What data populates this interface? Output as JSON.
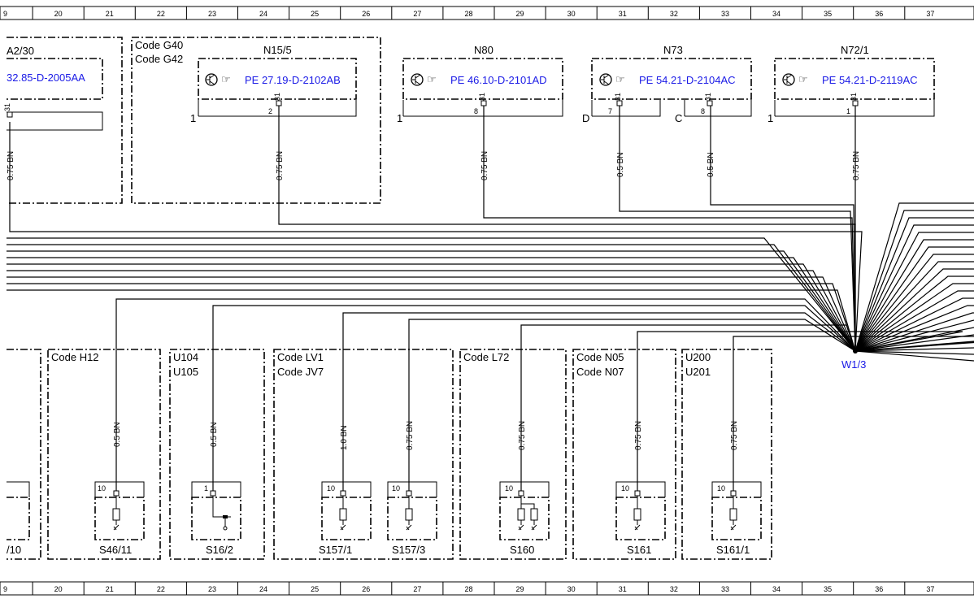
{
  "ruler": {
    "columns": [
      "9",
      "20",
      "21",
      "22",
      "23",
      "24",
      "25",
      "26",
      "27",
      "28",
      "29",
      "30",
      "31",
      "32",
      "33",
      "34",
      "35",
      "36",
      "37"
    ]
  },
  "top_modules": [
    {
      "id": "a230",
      "name": "A2/30",
      "doc": "32.85-D-2005AA",
      "pin_left": "",
      "pin": "31",
      "wire": "0.75 BN"
    },
    {
      "id": "n155",
      "name": "N15/5",
      "code_lines": [
        "Code G40",
        "Code G42"
      ],
      "doc": "PE 27.19-D-2102AB",
      "pin_num": "2",
      "pin": "31",
      "conn_label": "1",
      "wire": "0.75 BN"
    },
    {
      "id": "n80",
      "name": "N80",
      "doc": "PE 46.10-D-2101AD",
      "pin_num": "8",
      "pin": "31",
      "conn_label": "1",
      "wire": "0.75 BN"
    },
    {
      "id": "n73",
      "name": "N73",
      "doc": "PE 54.21-D-2104AC",
      "pins": [
        {
          "conn": "D",
          "num": "7",
          "pin": "31",
          "wire": "0.5 BN"
        },
        {
          "conn": "C",
          "num": "8",
          "pin": "31",
          "wire": "0.5 BN"
        }
      ]
    },
    {
      "id": "n721",
      "name": "N72/1",
      "doc": "PE 54.21-D-2119AC",
      "pin_num": "1",
      "pin": "31",
      "conn_label": "1",
      "wire": "0.75 BN"
    }
  ],
  "splice": {
    "name": "W1/3"
  },
  "bottom_groups": [
    {
      "id": "left",
      "code_lines": [],
      "components": [
        {
          "name": "/10",
          "pin": ""
        }
      ]
    },
    {
      "id": "h12",
      "code_lines": [
        "Code H12"
      ],
      "components": [
        {
          "name": "S46/11",
          "pin": "10",
          "wire": "0.5 BN"
        }
      ]
    },
    {
      "id": "u104",
      "code_lines": [
        "U104",
        "U105"
      ],
      "components": [
        {
          "name": "S16/2",
          "pin": "1",
          "wire": "0.5 BN"
        }
      ]
    },
    {
      "id": "lv1",
      "code_lines": [
        "Code LV1",
        "Code JV7"
      ],
      "components": [
        {
          "name": "S157/1",
          "pin": "10",
          "wire": "1.0 BN"
        },
        {
          "name": "S157/3",
          "pin": "10",
          "wire": "0.75 BN"
        }
      ]
    },
    {
      "id": "l72",
      "code_lines": [
        "Code L72"
      ],
      "components": [
        {
          "name": "S160",
          "pin": "10",
          "wire": "0.75 BN"
        }
      ]
    },
    {
      "id": "n05",
      "code_lines": [
        "Code N05",
        "Code N07"
      ],
      "components": [
        {
          "name": "S161",
          "pin": "10",
          "wire": "0.75 BN"
        }
      ]
    },
    {
      "id": "u200",
      "code_lines": [
        "U200",
        "U201"
      ],
      "components": [
        {
          "name": "S161/1",
          "pin": "10",
          "wire": "0.75 BN"
        }
      ]
    }
  ],
  "colors": {
    "link": "#1a1ae6",
    "line": "#000000"
  }
}
